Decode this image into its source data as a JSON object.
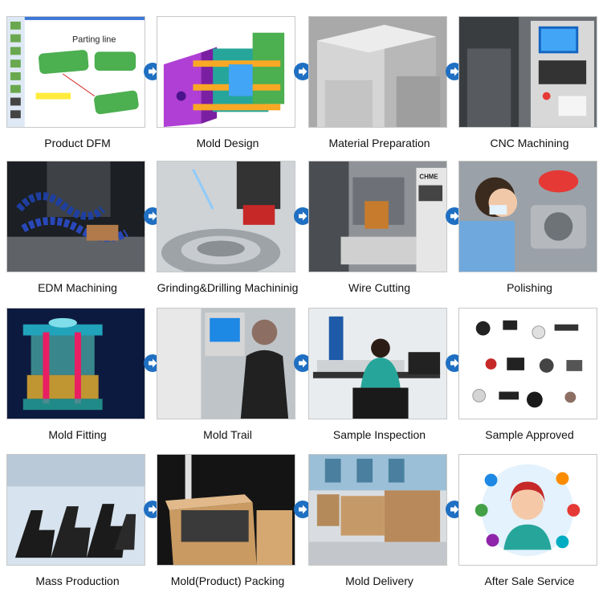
{
  "theme": {
    "arrow_color": "#1f6fc2",
    "frame_border": "#c8c8c8",
    "caption_color": "#111111"
  },
  "steps": [
    {
      "label": "Product DFM",
      "image": "product-dfm-image",
      "inset": "Parting line"
    },
    {
      "label": "Mold Design",
      "image": "mold-design-image"
    },
    {
      "label": "Material Preparation",
      "image": "material-preparation-image"
    },
    {
      "label": "CNC Machining",
      "image": "cnc-machining-image"
    },
    {
      "label": "EDM Machining",
      "image": "edm-machining-image"
    },
    {
      "label": "Grinding&Drilling Machininig",
      "image": "grinding-drilling-image"
    },
    {
      "label": "Wire Cutting",
      "image": "wire-cutting-image",
      "inset": "CHME"
    },
    {
      "label": "Polishing",
      "image": "polishing-image"
    },
    {
      "label": "Mold Fitting",
      "image": "mold-fitting-image"
    },
    {
      "label": "Mold Trail",
      "image": "mold-trail-image"
    },
    {
      "label": "Sample Inspection",
      "image": "sample-inspection-image"
    },
    {
      "label": "Sample Approved",
      "image": "sample-approved-image"
    },
    {
      "label": "Mass Production",
      "image": "mass-production-image"
    },
    {
      "label": "Mold(Product) Packing",
      "image": "mold-packing-image"
    },
    {
      "label": "Mold Delivery",
      "image": "mold-delivery-image"
    },
    {
      "label": "After Sale Service",
      "image": "after-sale-service-image"
    }
  ]
}
